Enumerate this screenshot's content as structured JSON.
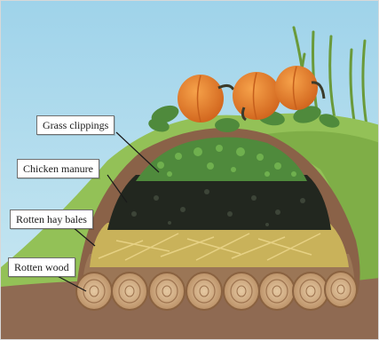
{
  "diagram": {
    "layers": [
      {
        "id": "grass",
        "label": "Grass clippings",
        "color": "#4f8a3c"
      },
      {
        "id": "manure",
        "label": "Chicken manure",
        "color": "#1f2420"
      },
      {
        "id": "hay",
        "label": "Rotten hay bales",
        "color": "#c9b25a"
      },
      {
        "id": "wood",
        "label": "Rotten wood",
        "color": "#d6b48c"
      }
    ],
    "colors": {
      "sky": "#a9d7ea",
      "soil": "#8f6a52",
      "pumpkin": "#e0792a",
      "grass": "#8cbf4f"
    }
  }
}
